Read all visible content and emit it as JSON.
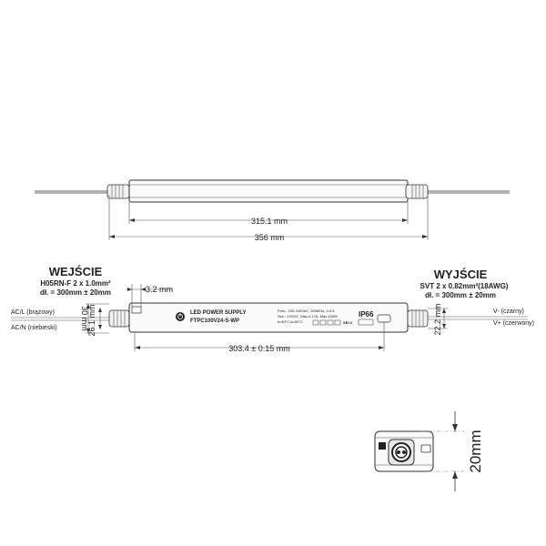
{
  "top_view": {
    "dim_inner": "315.1 mm",
    "dim_outer": "356 mm"
  },
  "input": {
    "title": "WEJŚCIE",
    "cable": "H05RN-F 2 x 1.0mm²",
    "length": "dł. = 300mm ± 20mm",
    "wire_l": "AC/L",
    "wire_l_color": "(brązowy)",
    "wire_n": "AC/N",
    "wire_n_color": "(niebieski)"
  },
  "output": {
    "title": "WYJŚCIE",
    "cable": "SVT 2 x 0.82mm²(18AWG)",
    "length": "dł. = 300mm ± 20mm",
    "wire_neg": "V-",
    "wire_neg_color": "(czarny)",
    "wire_pos": "V+",
    "wire_pos_color": "(czerwony)"
  },
  "side_view": {
    "dim_tab": "3.2 mm",
    "dim_height_30": "30 mm",
    "dim_height_26": "26.1 mm",
    "dim_height_22": "22.2 mm",
    "dim_length": "303.4 ± 0.15 mm",
    "label_line1": "LED POWER SUPPLY",
    "label_line2": "FTPC100V24-S-WP",
    "ip_rating": "IP66",
    "spec_line1": "Prim.: 200-240VAC, 50/60Hz, I=0.5",
    "spec_line2": "Sec.: 24VDC, Max.4.17A, Max.100W",
    "spec_line3": "tc:80°C   ta:50°C",
    "selv": "SELV"
  },
  "end_view": {
    "dim_height": "20mm"
  }
}
